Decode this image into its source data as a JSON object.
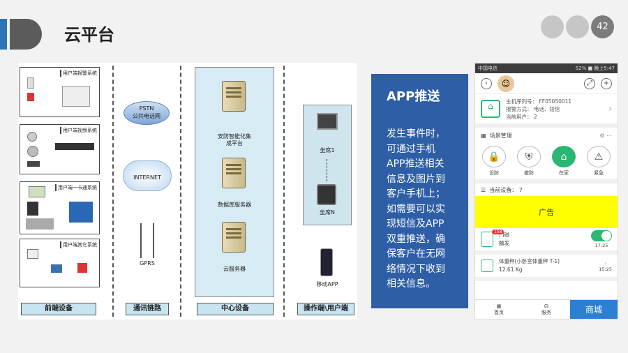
{
  "page_number": "42",
  "title": "云平台",
  "diagram": {
    "subsystems": [
      "用户端报警系统",
      "用户端视频系统",
      "用户端一卡通系统",
      "用户端其它系统"
    ],
    "network": {
      "pstn_line1": "PSTN",
      "pstn_line2": "公共电话网",
      "internet": "INTERNET",
      "gprs": "GPRS"
    },
    "servers": {
      "security_line1": "安防智能化集",
      "security_line2": "成平台",
      "database": "数据库服务器",
      "cloud": "云服务器"
    },
    "terminals": {
      "seat1": "坐席1",
      "seatN": "坐席N",
      "mobile_app": "移动APP"
    },
    "columns": [
      "前端设备",
      "通讯链路",
      "中心设备",
      "操作端\\用户端"
    ]
  },
  "app_push": {
    "heading": "APP推送",
    "lines": [
      "发生事件时，",
      "可通过手机",
      "APP推送相关",
      "信息及图片到",
      "客户手机上；",
      "如需要可以实",
      "现短信及APP",
      "双重推送，确",
      "保客户在无网",
      "络情况下收到",
      "相关信息。"
    ]
  },
  "phone": {
    "status_left": "中国电信",
    "status_right": "52% ■ 晚上5:47",
    "host_serial": "主机序列号：  FF05050011",
    "alarm_method": "报警方式：  电话、短信",
    "current_users": "当前用户：  2",
    "scene_mgmt": "场景管理",
    "scenes": [
      "设防",
      "撤防",
      "在家",
      "紧急"
    ],
    "current_devices": "当前设备：  7",
    "ad": "广告",
    "item1_badge": "158",
    "item1_name": "门磁",
    "item1_status": "触发",
    "item1_time": "17:25",
    "item2_name": "体重秤(小卧室体重秤 T-1)",
    "item2_value": "12.61 Kg",
    "item2_time": "15:25",
    "nav": [
      "首页",
      "服务",
      "商城"
    ]
  }
}
